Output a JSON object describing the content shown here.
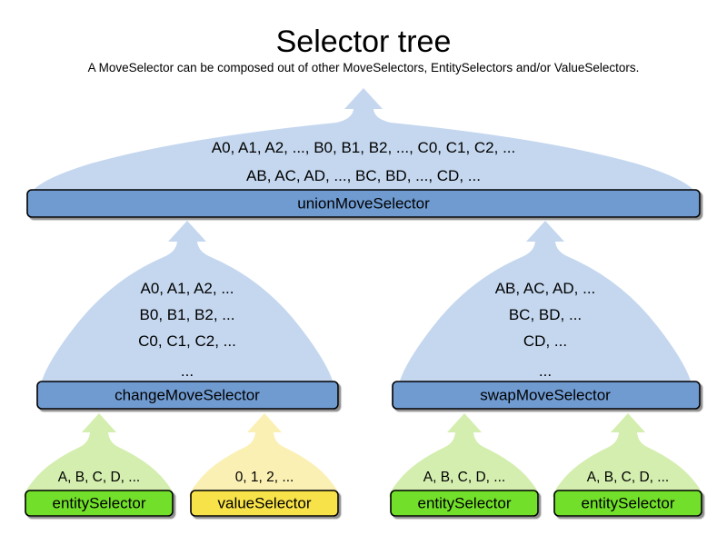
{
  "header": {
    "title": "Selector tree",
    "subtitle": "A MoveSelector can be composed out of other MoveSelectors, EntitySelectors and/or ValueSelectors."
  },
  "colors": {
    "move_dome_fill": "#c4d7ef",
    "move_dome_stroke": "#c4d7ef",
    "move_bar_fill": "#6f9bd1",
    "move_bar_stroke": "#000000",
    "entity_dome_fill": "#d3eeae",
    "entity_bar_fill": "#72e02a",
    "value_dome_fill": "#fbf0b4",
    "value_bar_fill": "#f7e24a",
    "text": "#000000",
    "background": "#ffffff"
  },
  "nodes": {
    "union": {
      "label": "unionMoveSelector",
      "lines": [
        "A0, A1, A2, ..., B0, B1, B2, ..., C0, C1, C2, ...",
        "AB, AC, AD, ..., BC, BD, ..., CD, ..."
      ]
    },
    "change": {
      "label": "changeMoveSelector",
      "lines": [
        "A0, A1, A2, ...",
        "B0, B1, B2, ...",
        "C0, C1, C2, ...",
        "..."
      ]
    },
    "swap": {
      "label": "swapMoveSelector",
      "lines": [
        "AB, AC, AD, ...",
        "BC, BD, ...",
        "CD, ...",
        "..."
      ]
    },
    "leaf1": {
      "label": "entitySelector",
      "lines": [
        "A, B, C, D, ..."
      ]
    },
    "leaf2": {
      "label": "valueSelector",
      "lines": [
        "0, 1, 2, ..."
      ]
    },
    "leaf3": {
      "label": "entitySelector",
      "lines": [
        "A, B, C, D, ..."
      ]
    },
    "leaf4": {
      "label": "entitySelector",
      "lines": [
        "A, B, C, D, ..."
      ]
    }
  }
}
